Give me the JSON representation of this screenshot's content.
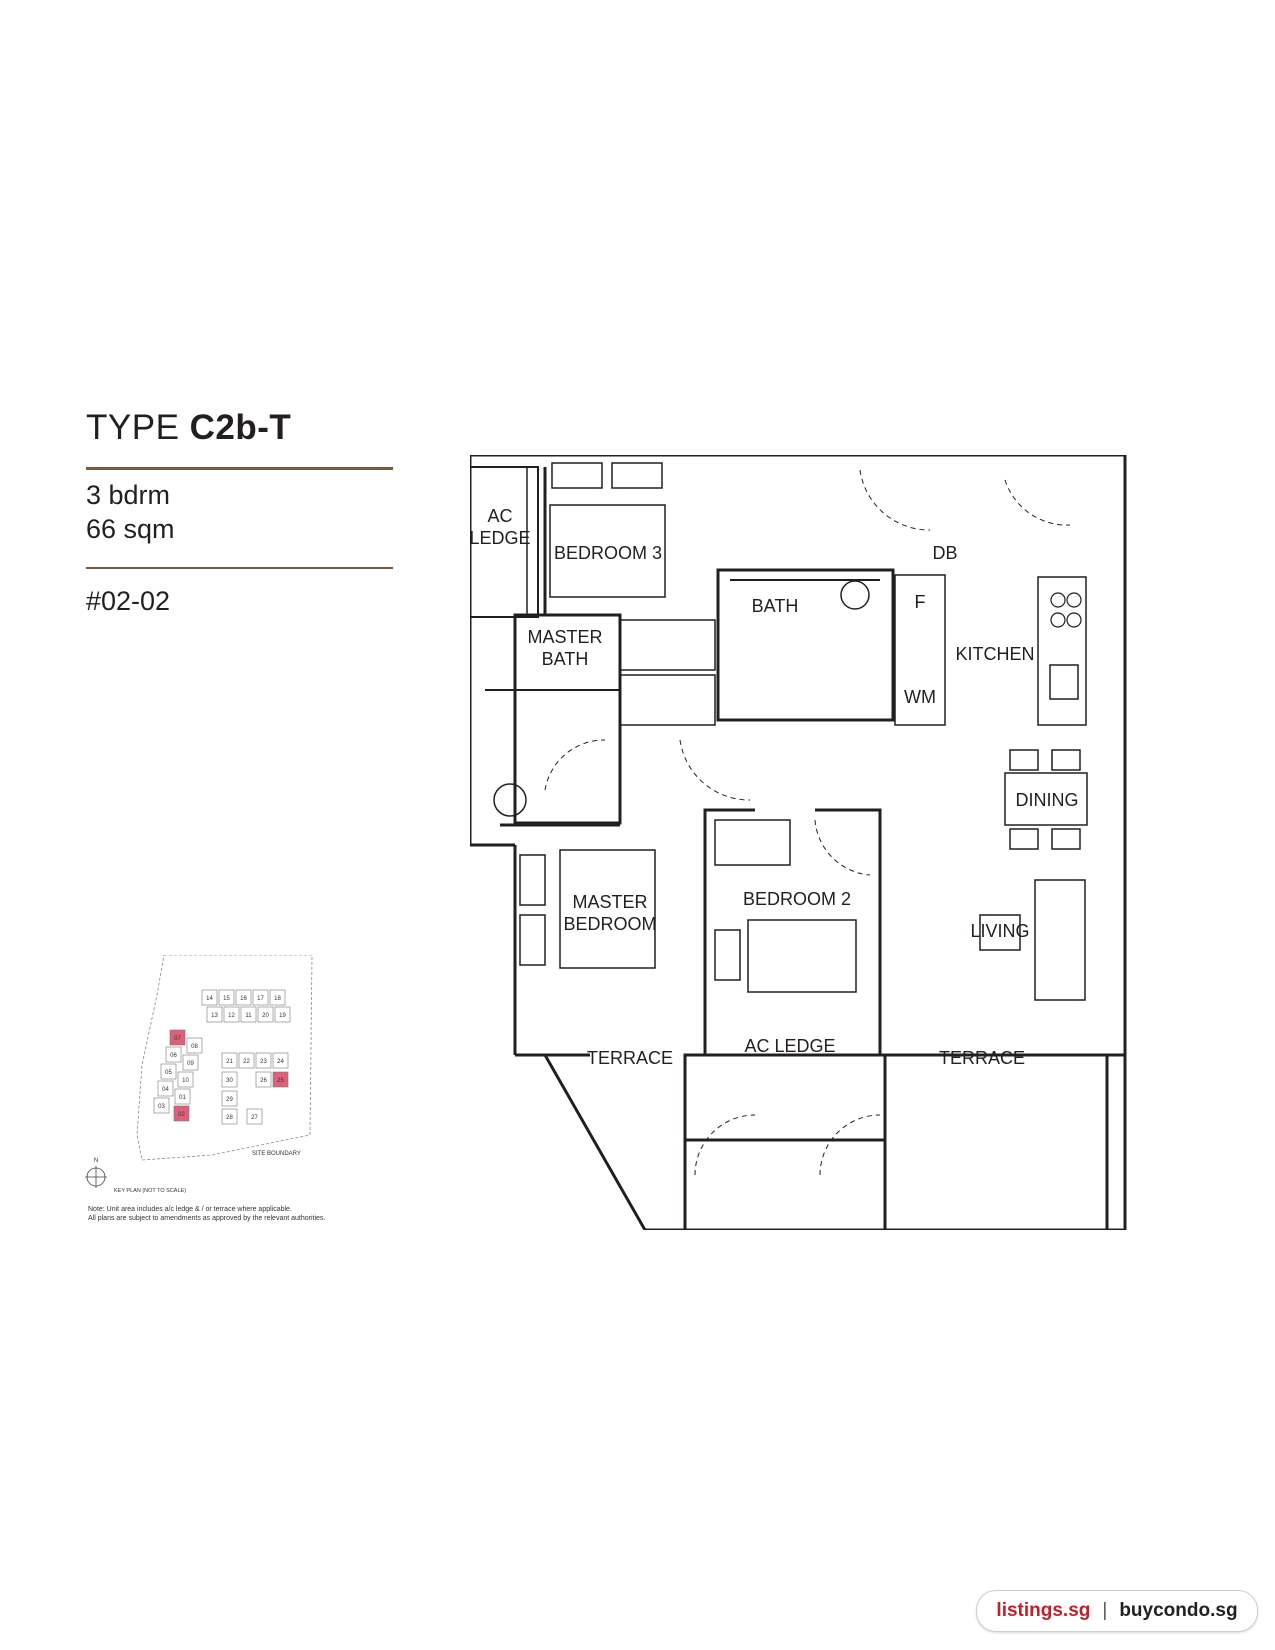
{
  "header": {
    "type_prefix": "TYPE",
    "type_code": "C2b-T",
    "bedrooms": "3 bdrm",
    "area": "66 sqm",
    "unit_number": "#02-02"
  },
  "plan_labels": {
    "ac_ledge_top_1": "AC",
    "ac_ledge_top_2": "LEDGE",
    "bedroom3": "BEDROOM 3",
    "db": "DB",
    "master_bath_1": "MASTER",
    "master_bath_2": "BATH",
    "bath": "BATH",
    "fridge": "F",
    "kitchen": "KITCHEN",
    "wm": "WM",
    "dining": "DINING",
    "master_bedroom_1": "MASTER",
    "master_bedroom_2": "BEDROOM",
    "bedroom2": "BEDROOM 2",
    "living": "LIVING",
    "terrace_left": "TERRACE",
    "ac_ledge_bottom": "AC LEDGE",
    "terrace_right": "TERRACE"
  },
  "key_plan": {
    "unit_numbers": [
      "14",
      "15",
      "16",
      "17",
      "18",
      "13",
      "12",
      "11",
      "20",
      "19",
      "07",
      "08",
      "06",
      "09",
      "05",
      "10",
      "04",
      "01",
      "03",
      "02",
      "21",
      "22",
      "23",
      "24",
      "30",
      "26",
      "25",
      "29",
      "28",
      "27"
    ],
    "highlighted_units": [
      "07",
      "02",
      "25"
    ],
    "site_boundary_label": "SITE BOUNDARY",
    "north_label": "N",
    "key_plan_label": "KEY PLAN (NOT TO SCALE)"
  },
  "note": {
    "line1": "Note: Unit area includes a/c ledge & / or terrace where applicable.",
    "line2": "All plans are subject to amendments as approved by the relevant authorities."
  },
  "watermark": {
    "site_a": "listings.sg",
    "separator": "|",
    "site_b": "buycondo.sg"
  },
  "colors": {
    "rule": "#7a5a3f",
    "highlight_unit": "#e0607a",
    "wall": "#231f20",
    "watermark_red": "#c41e2a"
  }
}
